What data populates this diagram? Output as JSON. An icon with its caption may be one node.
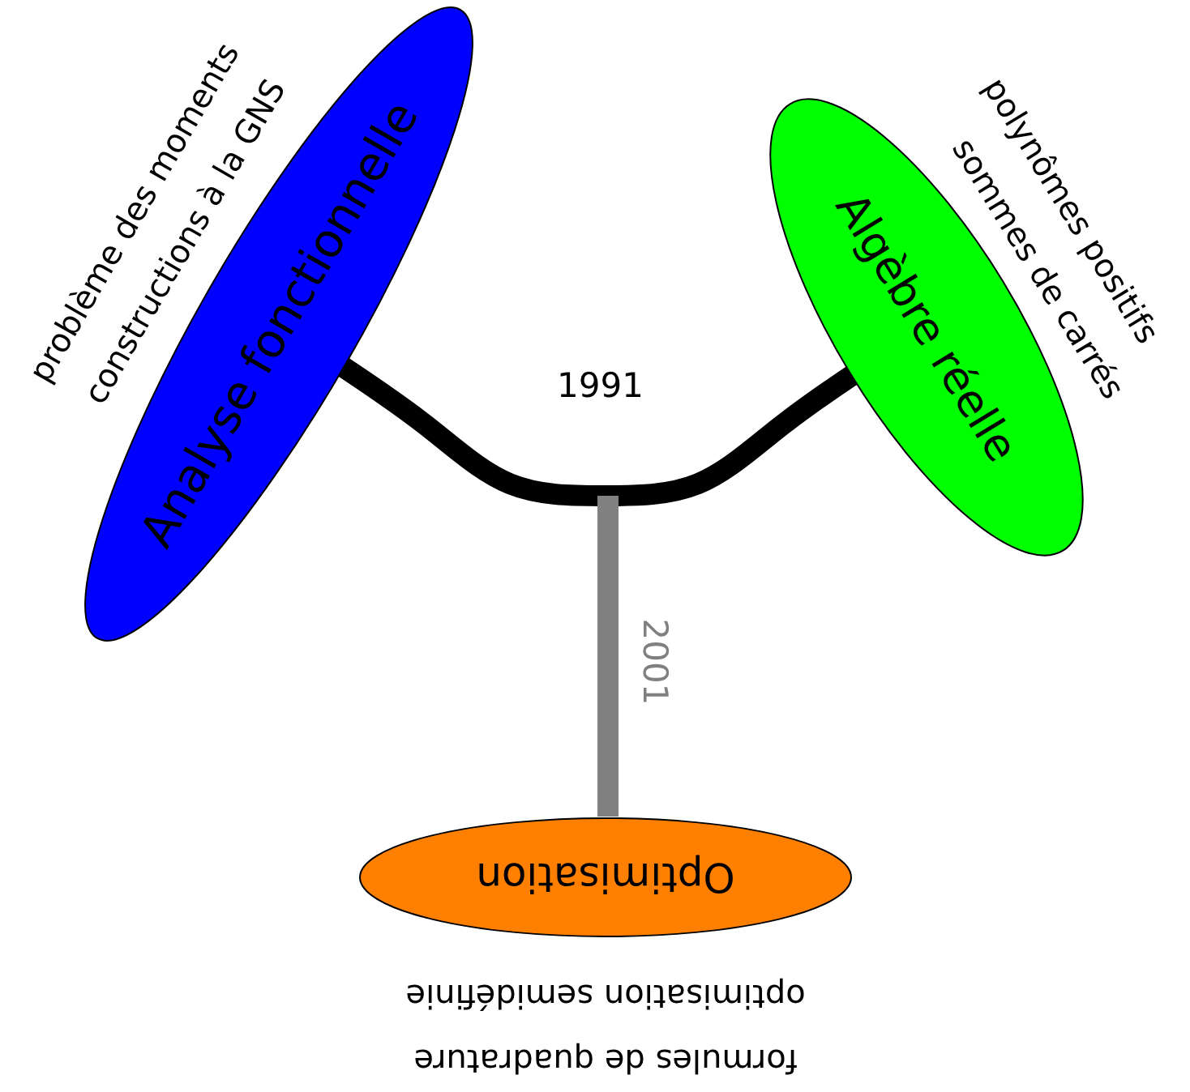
{
  "diagram": {
    "nodes": [
      {
        "text": [
          "Analyse fonctionnelle"
        ],
        "beside": [
          "problème des moments",
          "constructions à la GNS"
        ]
      },
      {
        "text": [
          "Algèbre réelle"
        ],
        "beside": [
          "polynômes positifs",
          "sommes de carrés"
        ]
      },
      {
        "text": [
          "Optimisation"
        ],
        "beside": [
          "optimisation semidéfinie",
          "formules de quadrature"
        ]
      }
    ],
    "edges": [
      {
        "from": 0,
        "to": 1,
        "arrow": "none",
        "label": "1991"
      },
      {
        "from": null,
        "to": 2,
        "arrow": "none",
        "label": "2001",
        "color": "#808080"
      }
    ]
  }
}
